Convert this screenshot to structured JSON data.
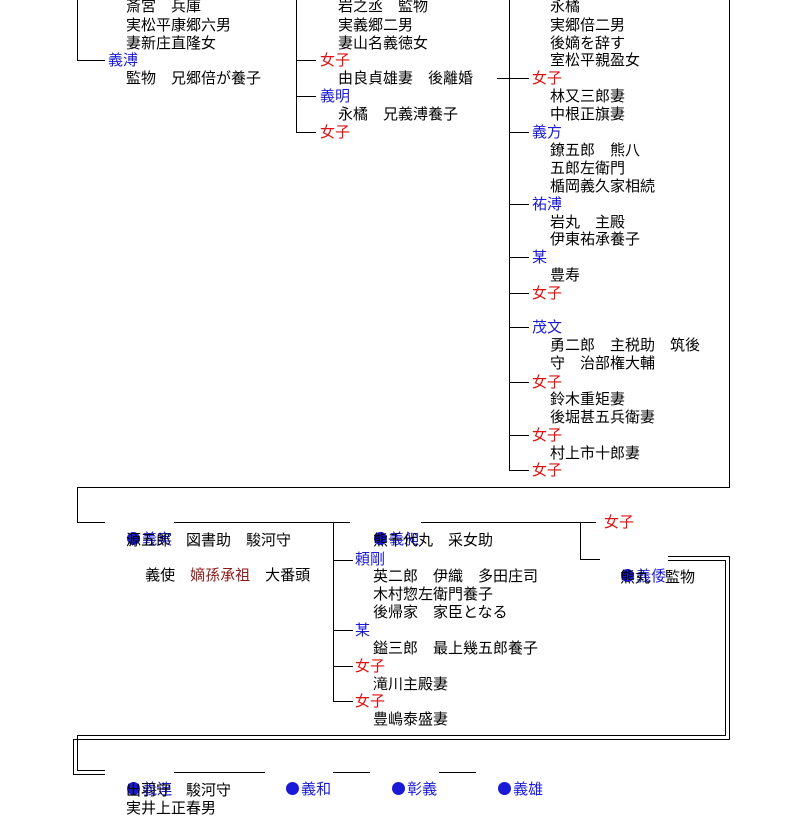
{
  "upper_left": {
    "l1": "斎宮　兵庫",
    "l2": "実松平康郷六男",
    "l3": "妻新庄直隆女",
    "yoshiatsu": "義溥",
    "yoshiatsu_note": "監物　兄郷倍が養子"
  },
  "upper_mid": {
    "l1": "岩之丞　監物",
    "l2": "実義郷二男",
    "l3": "妻山名義徳女",
    "daughter1": "女子",
    "daughter1_note": "由良貞雄妻　後離婚",
    "yoshiaki": "義明",
    "yoshiaki_note": "永橘　兄義溥養子",
    "daughter2": "女子"
  },
  "upper_right": {
    "l1": "永橘",
    "l2": "実郷倍二男",
    "l3": "後嫡を辞す",
    "l4": "室松平親盈女",
    "d1": "女子",
    "d1_n1": "林又三郎妻",
    "d1_n2": "中根正旗妻",
    "yoshikata": "義方",
    "yoshikata_n1": "鐐五郎　熊八",
    "yoshikata_n2": "五郎左衛門",
    "yoshikata_n3": "楯岡義久家相続",
    "sukehiro": "祐溥",
    "sukehiro_n1": "岩丸　主殿",
    "sukehiro_n2": "伊東祐承養子",
    "bou": "某",
    "bou_n1": "豊寿",
    "d2": "女子",
    "shigefumi": "茂文",
    "shigefumi_n1": "勇二郎　主税助　筑後",
    "shigefumi_n2": "守　治部権大輔",
    "d3": "女子",
    "d3_n1": "鈴木重矩妻",
    "d3_n2": "後堀甚五兵衛妻",
    "d4": "女子",
    "d4_n1": "村上市十郎妻",
    "d5": "女子"
  },
  "lower": {
    "yoshizane": "義実",
    "yoshizane_n1": "源五郎　図書助　駿河守",
    "yoshizane_n2a": "義使　",
    "yoshizane_n2b": "嫡孫承祖",
    "yoshizane_n2c": "　大番頭",
    "yoshiaki2": "義昶",
    "yoshiaki2_n1": "熊千代丸　采女助",
    "yorikata": "頼剛",
    "yorikata_n1": "英二郎　伊織　多田庄司",
    "yorikata_n2": "木村惣左衛門養子",
    "yorikata_n3": "後帰家　家臣となる",
    "bou2": "某",
    "bou2_n1": "鎰三郎　最上幾五郎養子",
    "d6": "女子",
    "d6_n1": "滝川主殿妻",
    "d7": "女子",
    "d7_n1": "豊嶋泰盛妻",
    "d8": "女子",
    "yoshitomo": "義倭",
    "yoshitomo_n1": "熊丸　監物"
  },
  "bottom": {
    "yoshitsura": "義連",
    "yoshitsura_n1": "出羽守　駿河守",
    "yoshitsura_n2": "実井上正春男",
    "yoshikazu": "義和",
    "akiyoshi": "彰義",
    "yoshio": "義雄"
  }
}
